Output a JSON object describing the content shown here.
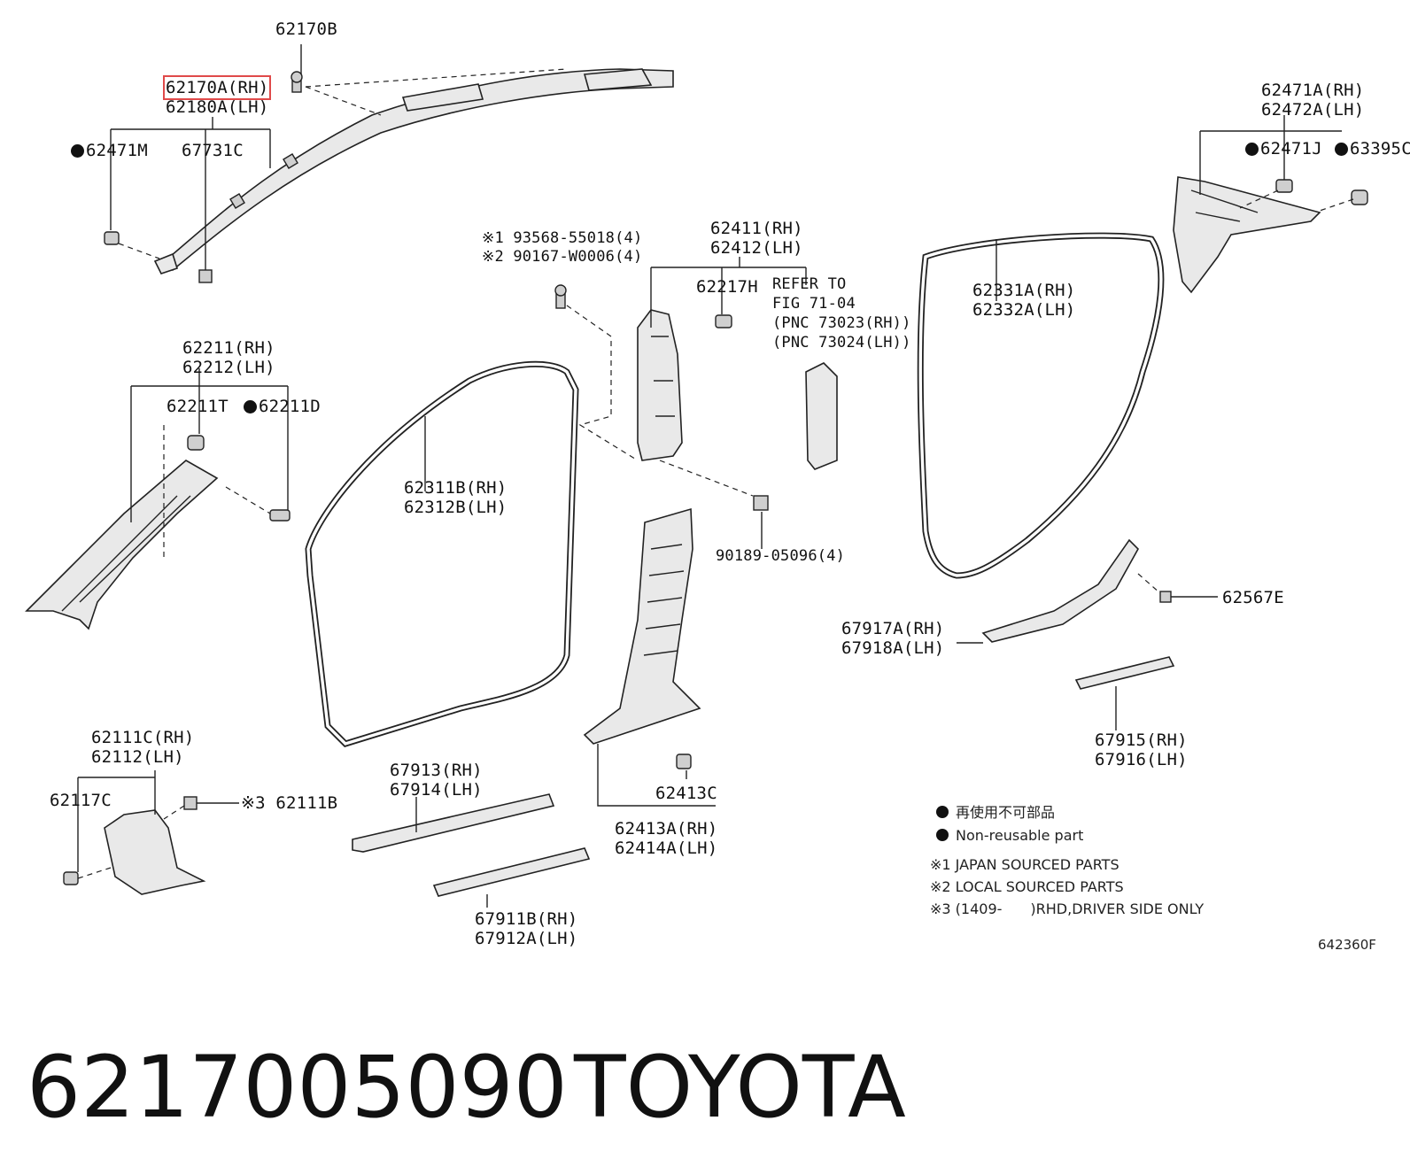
{
  "diagram_labels": {
    "l62170B": "62170B",
    "l62170A": "62170A(RH)",
    "l62180A": "62180A(LH)",
    "l62471M": "62471M",
    "l67731C": "67731C",
    "l62471A": "62471A(RH)",
    "l62472A": "62472A(LH)",
    "l62471J": "62471J",
    "l63395C": "63395C",
    "l93568": "※1 93568-55018(4)",
    "l90167": "※2 90167-W0006(4)",
    "l62411": "62411(RH)",
    "l62412": "62412(LH)",
    "l62217H": "62217H",
    "refer1": "REFER TO",
    "refer2": "FIG 71-04",
    "refer3": "(PNC 73023(RH))",
    "refer4": "(PNC 73024(LH))",
    "l62331A": "62331A(RH)",
    "l62332A": "62332A(LH)",
    "l62211": "62211(RH)",
    "l62212": "62212(LH)",
    "l62211T": "62211T",
    "l62211D": "62211D",
    "l62311B": "62311B(RH)",
    "l62312B": "62312B(LH)",
    "l90189": "90189-05096(4)",
    "l62567E": "62567E",
    "l67917A": "67917A(RH)",
    "l67918A": "67918A(LH)",
    "l62111C": "62111C(RH)",
    "l62112": "62112(LH)",
    "l62117C": "62117C",
    "l62111B": "※3 62111B",
    "l67913": "67913(RH)",
    "l67914": "67914(LH)",
    "l62413C": "62413C",
    "l62413A": "62413A(RH)",
    "l62414A": "62414A(LH)",
    "l67915": "67915(RH)",
    "l67916": "67916(LH)",
    "l67911B": "67911B(RH)",
    "l67912A": "67912A(LH)"
  },
  "legend": {
    "jp": "再使用不可部品",
    "en": "Non-reusable part",
    "note1": "※1 JAPAN SOURCED PARTS",
    "note2": "※2 LOCAL SOURCED PARTS",
    "note3": "※3 (1409-　　)RHD,DRIVER SIDE ONLY"
  },
  "figure_code": "642360F",
  "caption": {
    "part_number": "6217005090",
    "brand": "TOYOTA"
  },
  "colors": {
    "highlight": "#e04a4a",
    "ink": "#111111",
    "part_fill": "#e9e9e9"
  }
}
